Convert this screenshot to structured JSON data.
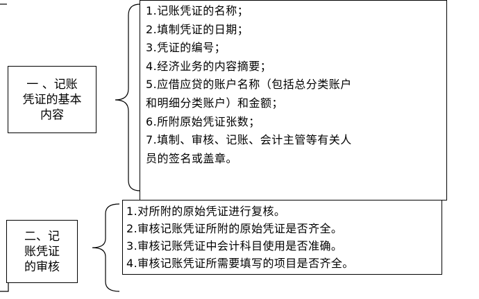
{
  "section_a": {
    "title_lines": [
      "一 、记账",
      "凭证的基本",
      "内容"
    ],
    "items": [
      "1.记账凭证的名称；",
      "2.填制凭证的日期；",
      "3.凭证的编号；",
      "4.经济业务的内容摘要；",
      "5.应借应贷的账户名称（包括总分类账户",
      "和明细分类账户）和金额；",
      "6.所附原始凭证张数；",
      "7.填制、审核、记账、会计主管等有关人",
      "员的签名或盖章。"
    ]
  },
  "section_b": {
    "title_lines": [
      "二、记",
      "账凭证",
      "的审核"
    ],
    "items": [
      "1.对所附的原始凭证进行复核。",
      "2.审核记账凭证所附的原始凭证是否齐全。",
      "3.审核记账凭证中会计科目使用是否准确。",
      "4.审核记账凭证所需要填写的项目是否齐全。"
    ]
  }
}
